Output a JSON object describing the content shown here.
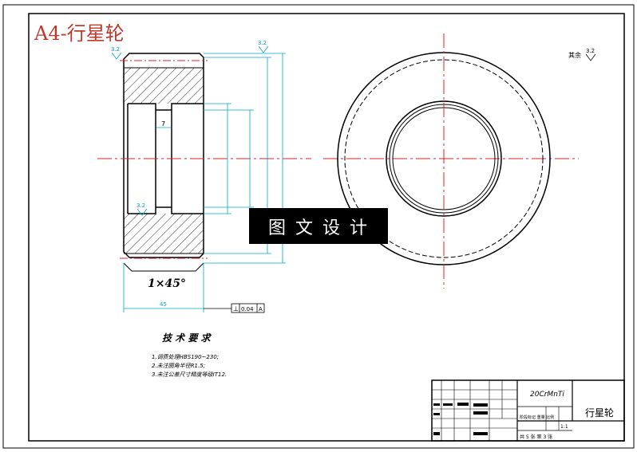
{
  "sheet": {
    "title": "A4-行星轮"
  },
  "annotations": {
    "chamfer": "1×45°",
    "roughness_main": "3.2",
    "roughness_top_left": "3.2",
    "roughness_inner": "3.2",
    "roughness_other_prefix": "其余",
    "roughness_other_value": "3.2",
    "width_dim": "45",
    "bore_dim": "7",
    "perp_tolerance_symbol": "⊥",
    "perp_tolerance_value": "0.04",
    "perp_tolerance_datum": "A"
  },
  "requirements": {
    "heading": "技 术 要 求",
    "items": [
      "1.调质处理HBS190~230;",
      "2.未注圆角半径R1.5;",
      "3.未注公差尺寸精度等级IT12."
    ]
  },
  "title_block": {
    "material": "20CrMnTi",
    "part_name": "行星轮",
    "header_row": "阶段标记 重量 比例",
    "scale": "1:1",
    "sheet_info": "共 5 张 第 3 张"
  },
  "watermark": {
    "text": "图文设计"
  },
  "colors": {
    "outline": "#000000",
    "centerline": "#e02020",
    "dimension": "#00a8c8",
    "title": "#c0392b"
  }
}
